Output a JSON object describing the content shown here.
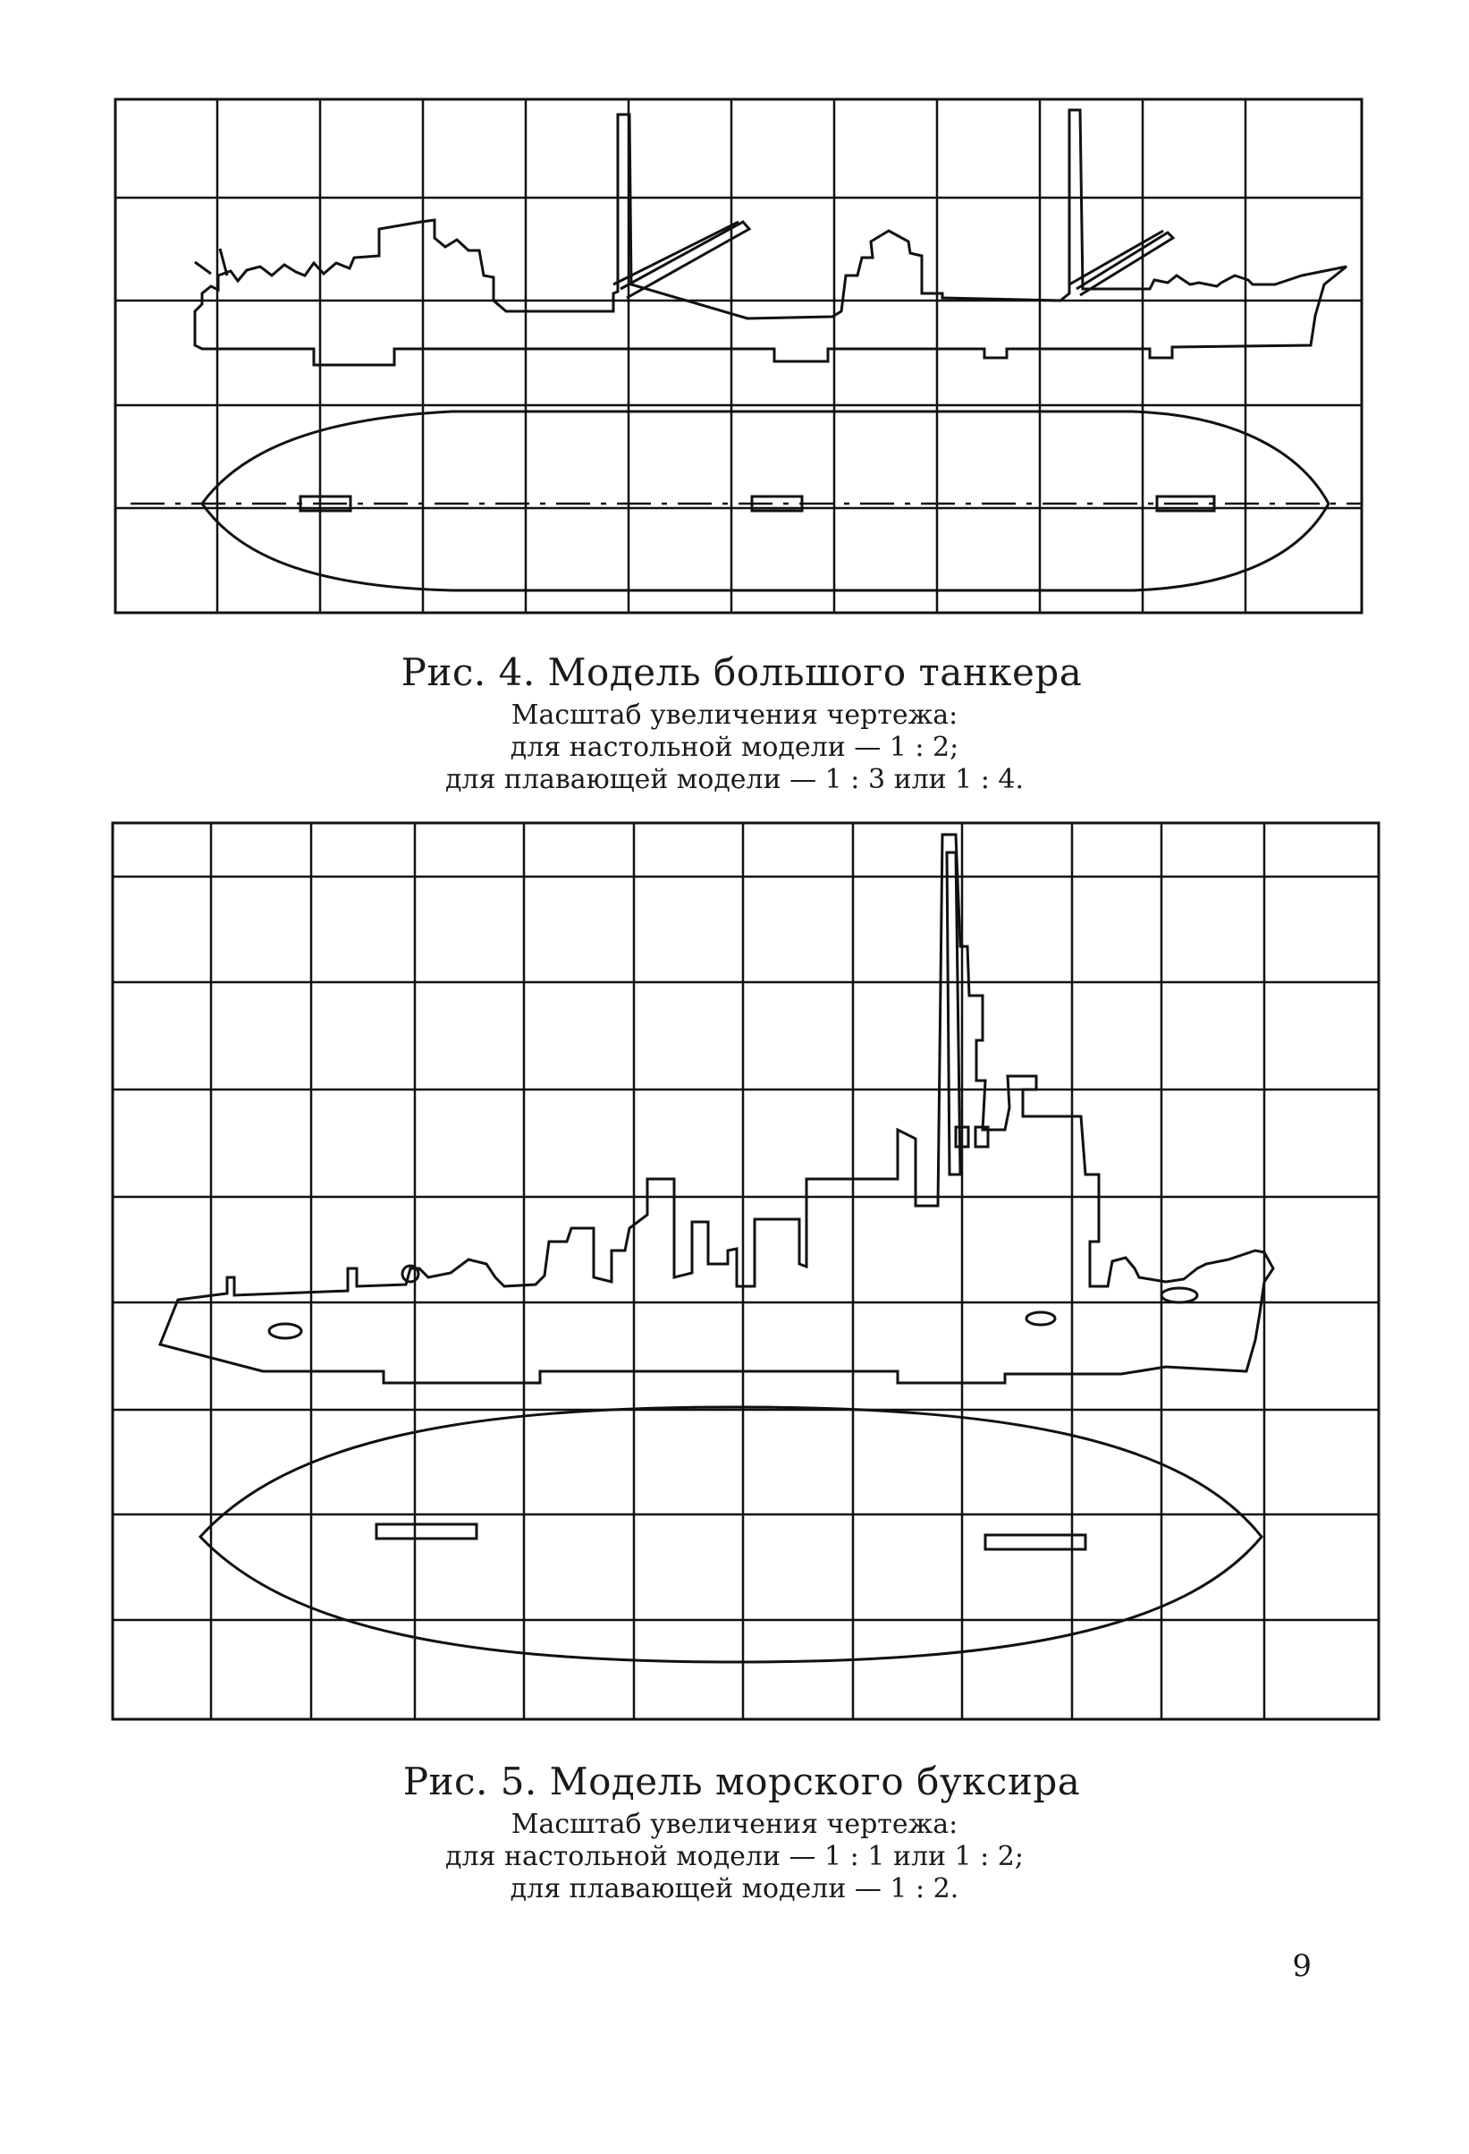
{
  "figures": [
    {
      "title": "Рис. 4. Модель большого танкера",
      "lines": [
        "Масштаб увеличения чертежа:",
        "для настольной модели — 1 : 2;",
        "для плавающей модели — 1 : 3 или 1 : 4."
      ]
    },
    {
      "title": "Рис. 5. Модель морского буксира",
      "lines": [
        "Масштаб увеличения чертежа:",
        "для настольной модели — 1 : 1 или 1 : 2;",
        "для плавающей модели — 1 : 2."
      ]
    }
  ],
  "page_number": "9"
}
